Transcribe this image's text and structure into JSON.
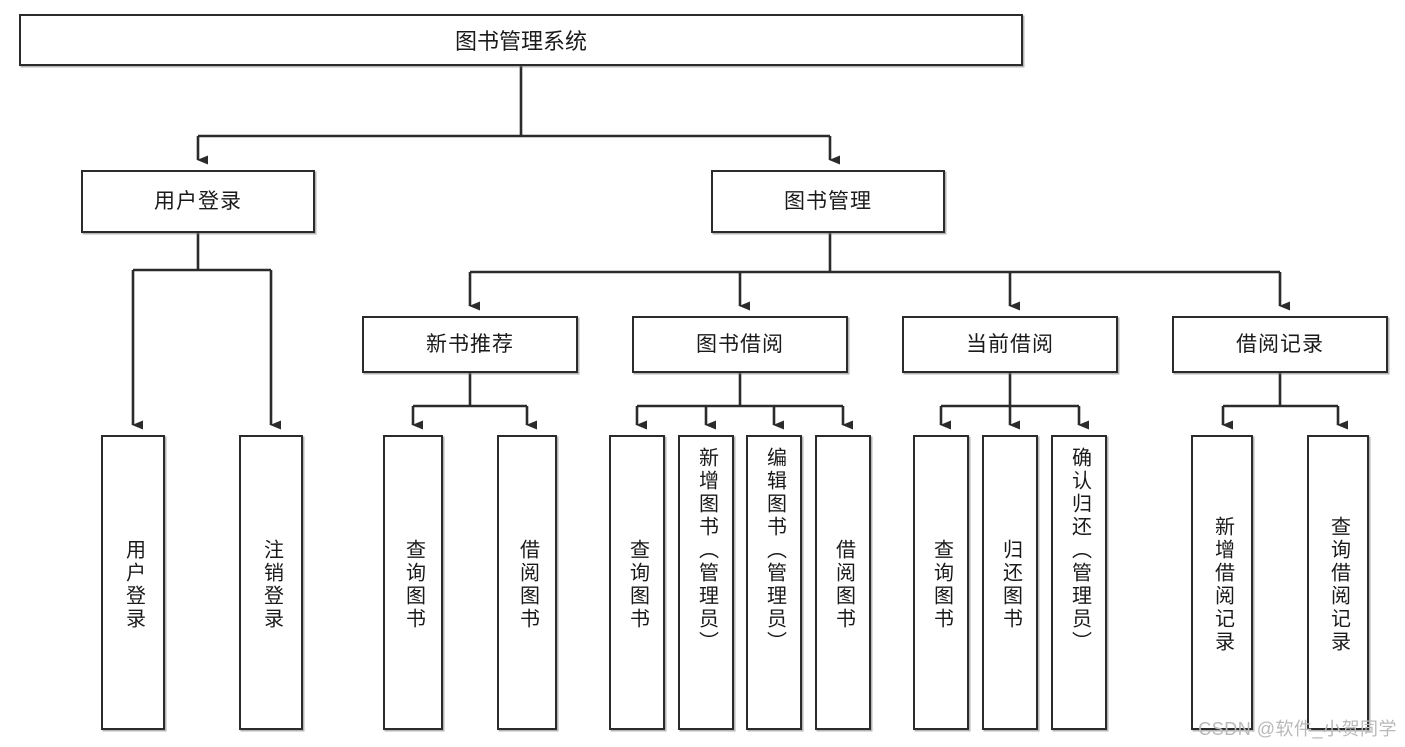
{
  "diagram": {
    "title": "图书管理系统",
    "type": "tree-hierarchy-chart",
    "watermark": "CSDN @软件_小贺同学",
    "colors": {
      "stroke": "#2b2b2b",
      "fill": "#ffffff",
      "text": "#1a1a1a",
      "watermark": "#b9b9b9"
    },
    "root": {
      "label": "图书管理系统"
    },
    "level2": [
      {
        "label": "用户登录"
      },
      {
        "label": "图书管理"
      }
    ],
    "level3": [
      {
        "label": "新书推荐"
      },
      {
        "label": "图书借阅"
      },
      {
        "label": "当前借阅"
      },
      {
        "label": "借阅记录"
      }
    ],
    "leaves": [
      {
        "label": "用户登录",
        "parent": "用户登录"
      },
      {
        "label": "注销登录",
        "parent": "用户登录"
      },
      {
        "label": "查询图书",
        "parent": "新书推荐"
      },
      {
        "label": "借阅图书",
        "parent": "新书推荐"
      },
      {
        "label": "查询图书",
        "parent": "图书借阅"
      },
      {
        "label": "新增图书（管理员）",
        "parent": "图书借阅"
      },
      {
        "label": "编辑图书（管理员）",
        "parent": "图书借阅"
      },
      {
        "label": "借阅图书",
        "parent": "图书借阅"
      },
      {
        "label": "查询图书",
        "parent": "当前借阅"
      },
      {
        "label": "归还图书",
        "parent": "当前借阅"
      },
      {
        "label": "确认归还（管理员）",
        "parent": "当前借阅"
      },
      {
        "label": "新增借阅记录",
        "parent": "借阅记录"
      },
      {
        "label": "查询借阅记录",
        "parent": "借阅记录"
      }
    ]
  }
}
